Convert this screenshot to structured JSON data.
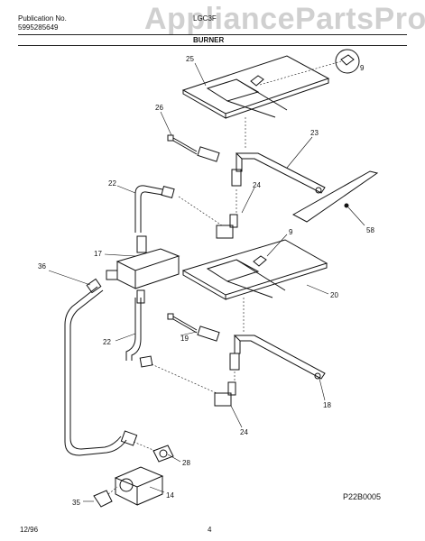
{
  "header": {
    "publication_label": "Publication No.",
    "publication_number": "5995285649",
    "model": "LGC3F",
    "section": "BURNER"
  },
  "watermark": "AppliancePartsPros.com",
  "callouts": {
    "c25": "25",
    "c9a": "9",
    "c26": "26",
    "c23": "23",
    "c22a": "22",
    "c24a": "24",
    "c58": "58",
    "c9b": "9",
    "c17": "17",
    "c36": "36",
    "c20": "20",
    "c22b": "22",
    "c19": "19",
    "c18": "18",
    "c24b": "24",
    "c28": "28",
    "c14": "14",
    "c35": "35"
  },
  "footer": {
    "drawing_id": "P22B0005",
    "date": "12/96",
    "page": "4"
  }
}
